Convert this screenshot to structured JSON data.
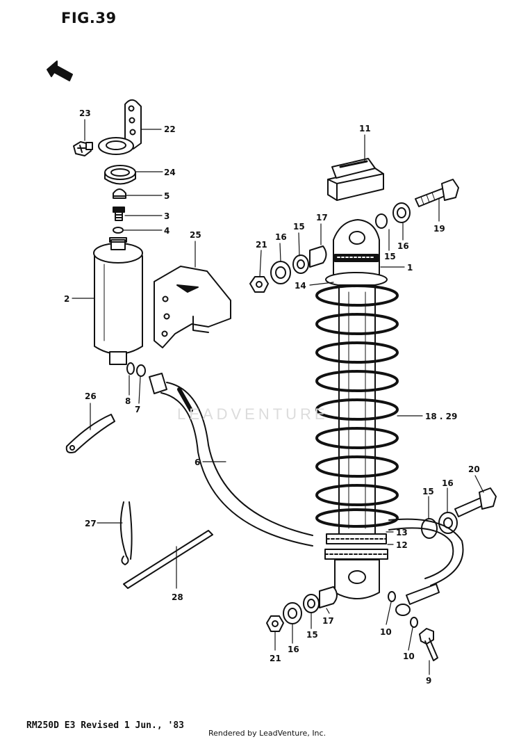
{
  "figure_title": "FIG.39",
  "footer_model": "RM250D E3 Revised 1 Jun., '83",
  "footer_credit": "Rendered by LeadVenture, Inc.",
  "watermark_text": "LEADVENTURE",
  "callouts": [
    {
      "id": "c23",
      "text": "23"
    },
    {
      "id": "c22",
      "text": "22"
    },
    {
      "id": "c24",
      "text": "24"
    },
    {
      "id": "c5",
      "text": "5"
    },
    {
      "id": "c3",
      "text": "3"
    },
    {
      "id": "c4",
      "text": "4"
    },
    {
      "id": "c2",
      "text": "2"
    },
    {
      "id": "c25",
      "text": "25"
    },
    {
      "id": "c8",
      "text": "8"
    },
    {
      "id": "c7",
      "text": "7"
    },
    {
      "id": "c26",
      "text": "26"
    },
    {
      "id": "c6",
      "text": "6"
    },
    {
      "id": "c27",
      "text": "27"
    },
    {
      "id": "c28",
      "text": "28"
    },
    {
      "id": "c11",
      "text": "11"
    },
    {
      "id": "c19",
      "text": "19"
    },
    {
      "id": "c17a",
      "text": "17"
    },
    {
      "id": "c15a",
      "text": "15"
    },
    {
      "id": "c16a",
      "text": "16"
    },
    {
      "id": "c21a",
      "text": "21"
    },
    {
      "id": "c15b",
      "text": "15"
    },
    {
      "id": "c16b",
      "text": "16"
    },
    {
      "id": "c1",
      "text": "1"
    },
    {
      "id": "c14",
      "text": "14"
    },
    {
      "id": "c1829",
      "text": "18 . 29"
    },
    {
      "id": "c20",
      "text": "20"
    },
    {
      "id": "c15c",
      "text": "15"
    },
    {
      "id": "c16c",
      "text": "16"
    },
    {
      "id": "c13",
      "text": "13"
    },
    {
      "id": "c12",
      "text": "12"
    },
    {
      "id": "c17b",
      "text": "17"
    },
    {
      "id": "c21b",
      "text": "21"
    },
    {
      "id": "c16d",
      "text": "16"
    },
    {
      "id": "c15d",
      "text": "15"
    },
    {
      "id": "c10a",
      "text": "10"
    },
    {
      "id": "c10b",
      "text": "10"
    },
    {
      "id": "c9",
      "text": "9"
    }
  ]
}
